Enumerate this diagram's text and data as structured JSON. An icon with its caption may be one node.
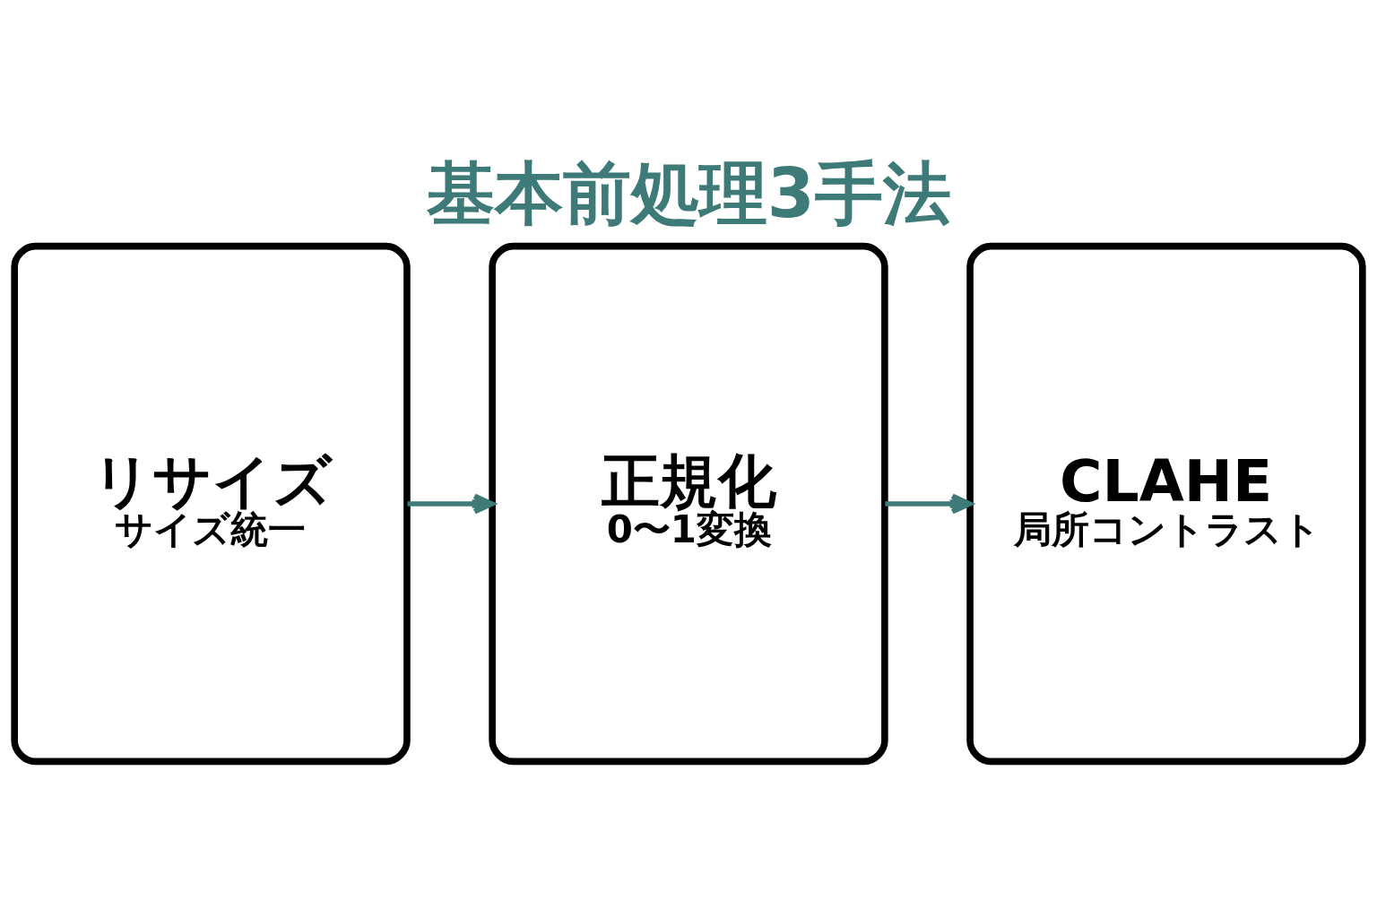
{
  "diagram": {
    "title": "基本前処理3手法",
    "nodes": [
      {
        "text": [
          "リサイズ",
          "サイズ統一"
        ]
      },
      {
        "text": [
          "正規化",
          "0〜1変換"
        ]
      },
      {
        "text": [
          "CLAHE",
          "局所コントラスト"
        ]
      }
    ],
    "edges": [
      {
        "from": 0,
        "to": 1,
        "arrow": "to"
      },
      {
        "from": 1,
        "to": 2,
        "arrow": "to"
      }
    ]
  }
}
